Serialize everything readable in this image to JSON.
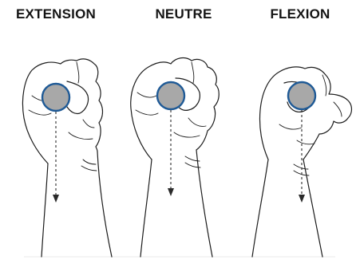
{
  "panels": [
    {
      "label": "EXTENSION"
    },
    {
      "label": "NEUTRE"
    },
    {
      "label": "FLEXION"
    }
  ],
  "colors": {
    "ball_fill": "#a8a8a8",
    "ball_stroke": "#1f5a96",
    "line": "#1c1c1c"
  },
  "icons": [
    "wrist-extension-hand",
    "wrist-neutral-hand",
    "wrist-flexion-hand",
    "ball",
    "gravity-arrow"
  ]
}
